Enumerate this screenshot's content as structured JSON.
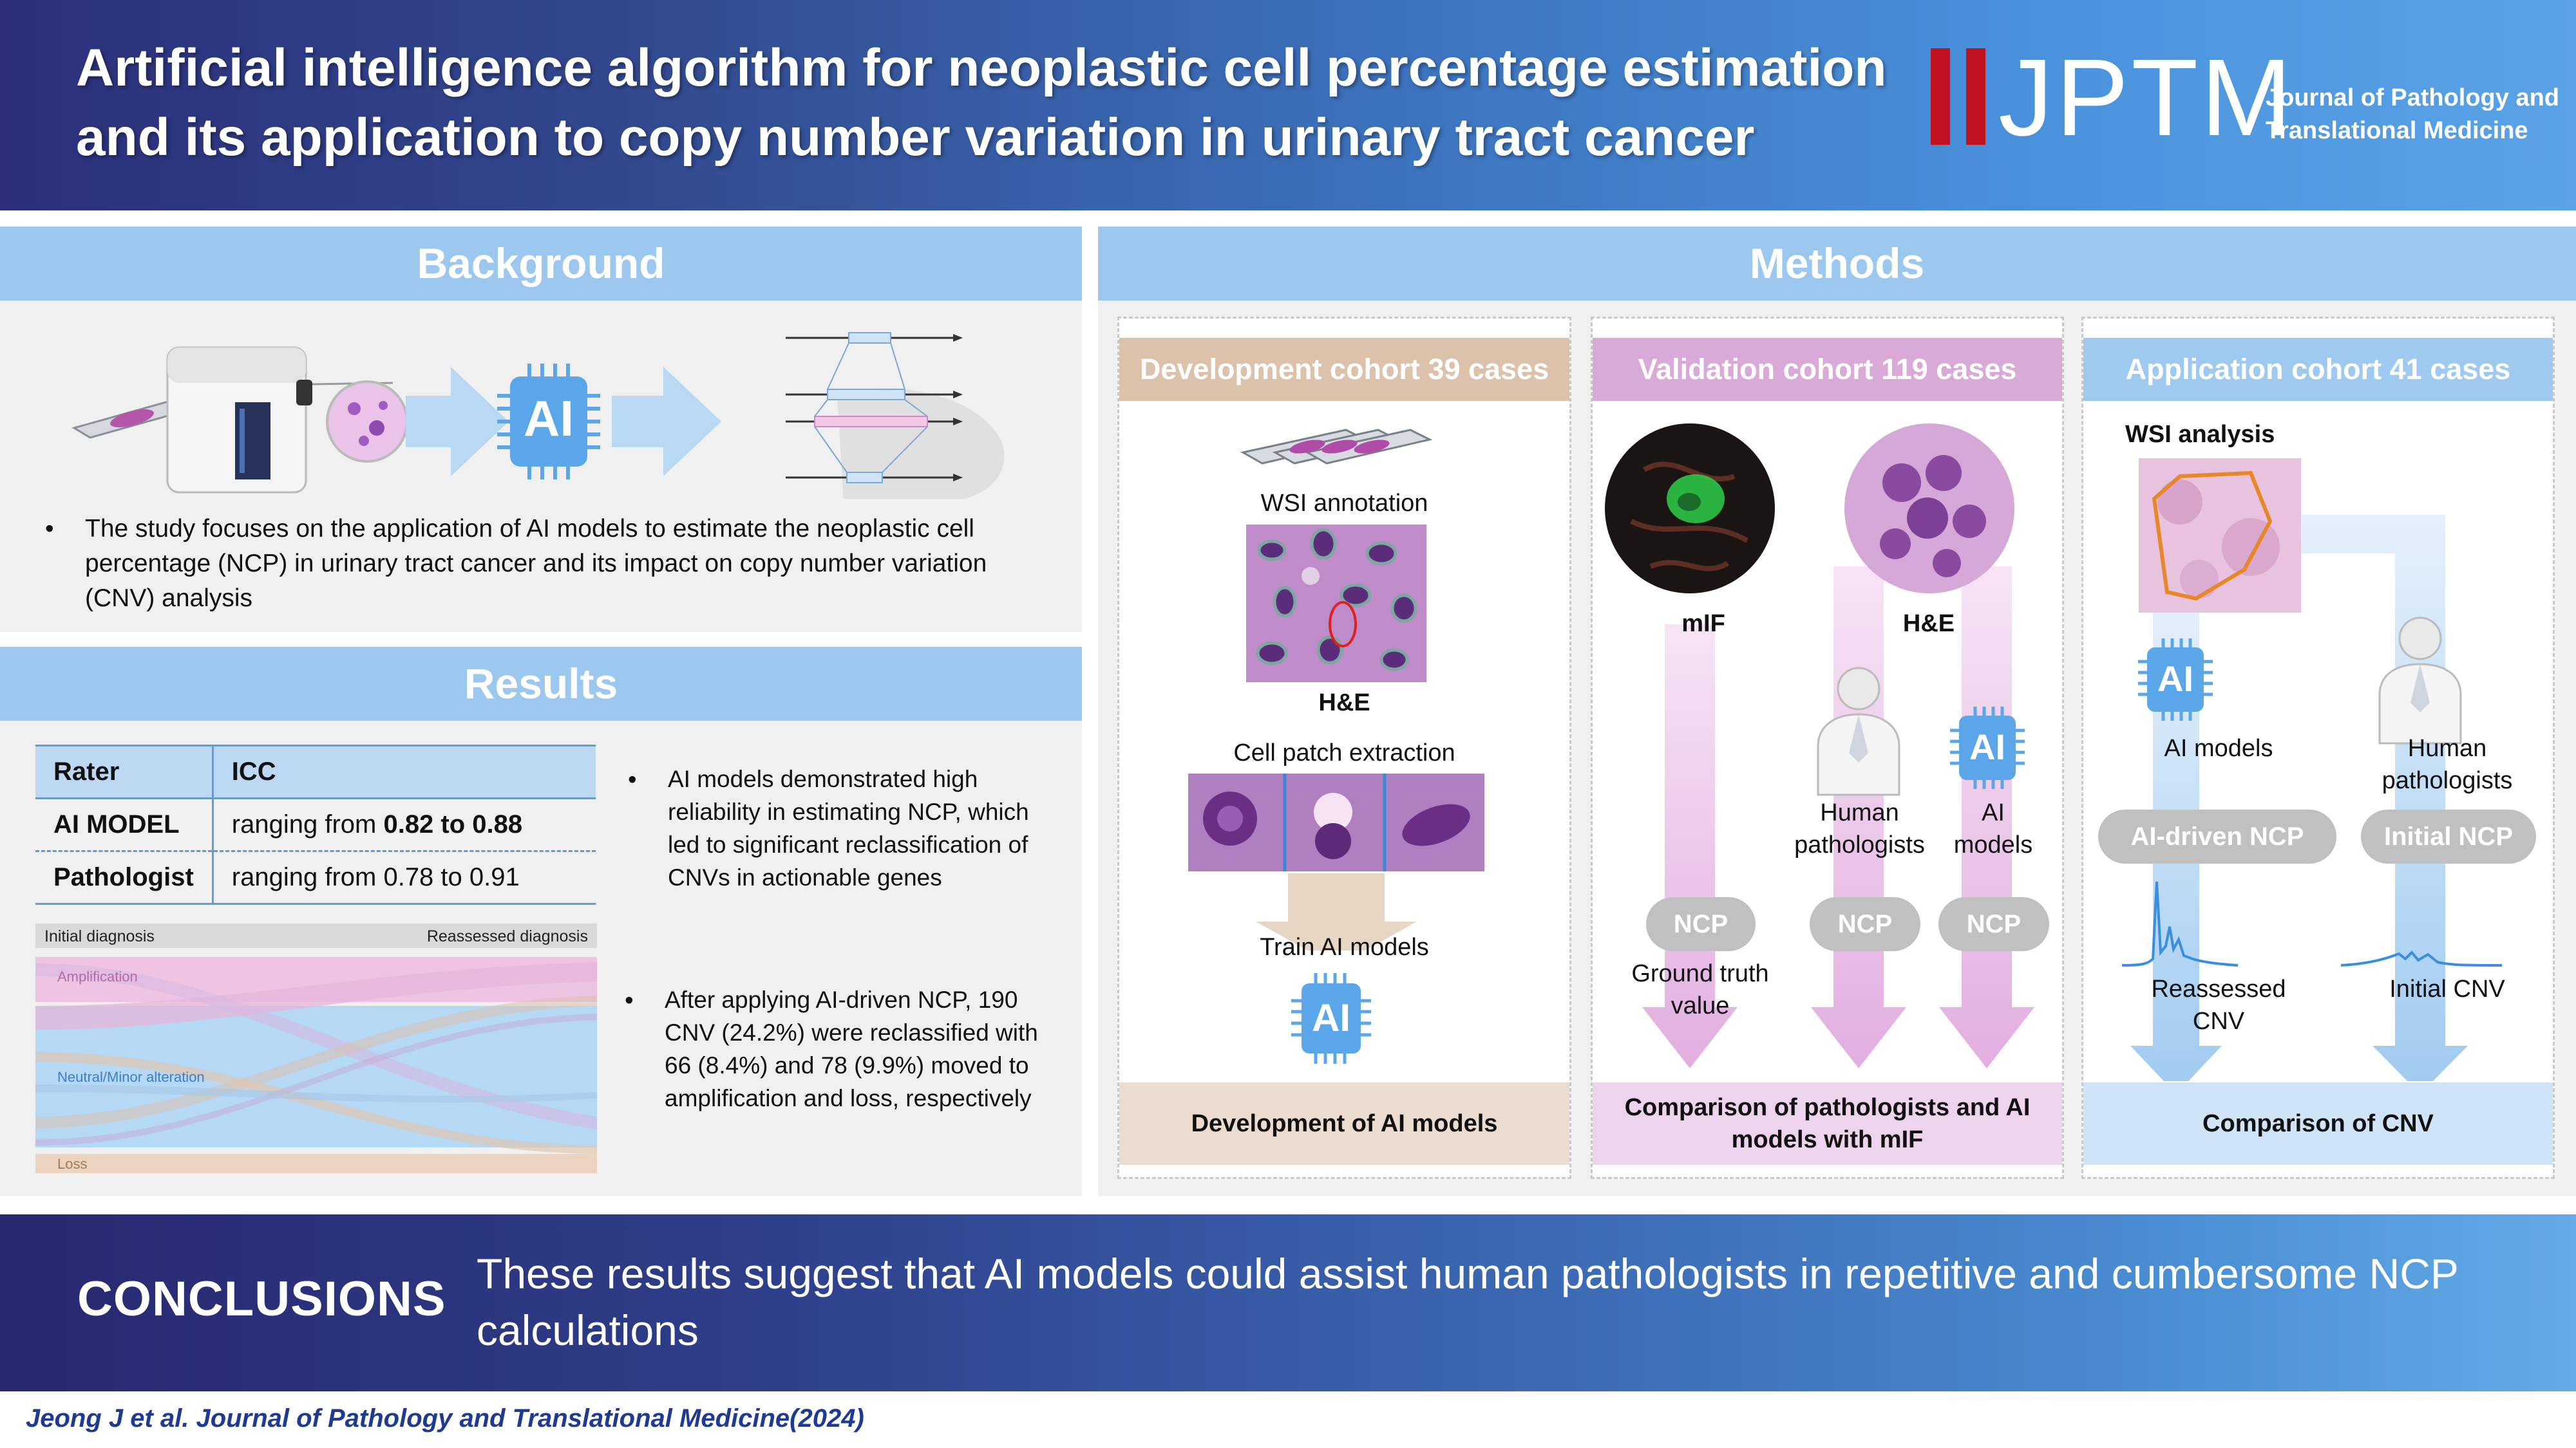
{
  "header": {
    "title_line1": "Artificial intelligence algorithm for neoplastic cell percentage estimation",
    "title_line2": "and its application to copy number variation in urinary tract cancer",
    "logo_text": "JPTM",
    "logo_line1_caps": [
      "J",
      "P"
    ],
    "logo_line1": "Journal of Pathology and",
    "logo_line2": "Translational Medicine",
    "logo_bar_colors": [
      "#c0121f",
      "#c0121f"
    ]
  },
  "background": {
    "heading": "Background",
    "ai_label": "AI",
    "bullet": "The study focuses on the application of AI models to estimate the neoplastic cell percentage (NCP) in urinary tract cancer and its impact on copy number variation (CNV) analysis"
  },
  "results": {
    "heading": "Results",
    "table": {
      "col1": "Rater",
      "col2": "ICC",
      "rows": [
        {
          "rater": "AI MODEL",
          "prefix": "ranging from ",
          "value": "0.82 to 0.88",
          "value_bold": true
        },
        {
          "rater": "Pathologist",
          "prefix": "ranging from ",
          "value": "0.78 to 0.91",
          "value_bold": false
        }
      ]
    },
    "sankey": {
      "left_label": "Initial diagnosis",
      "right_label": "Reassessed  diagnosis",
      "categories": [
        "Amplification",
        "Neutral/Minor alteration",
        "Loss"
      ],
      "colors": {
        "amplification": "#e4a9d3",
        "neutral": "#a3cdf0",
        "loss": "#e8cdb6"
      }
    },
    "bullet1": "AI models demonstrated high reliability in estimating NCP, which led to significant reclassification of CNVs in actionable genes",
    "bullet2": "After applying AI-driven NCP, 190 CNV (24.2%) were reclassified with 66 (8.4%) and 78 (9.9%) moved to amplification and loss, respectively"
  },
  "methods": {
    "heading": "Methods",
    "dev": {
      "title": "Development cohort 39 cases",
      "color": "#dcc2ab",
      "wsi": "WSI annotation",
      "he": "H&E",
      "patch": "Cell patch extraction",
      "train": "Train AI models",
      "ai": "AI",
      "footer": "Development of AI models"
    },
    "val": {
      "title": "Validation cohort 119 cases",
      "color": "#d9a9d7",
      "mif": "mIF",
      "he": "H&E",
      "human": "Human pathologists",
      "ai_models": "AI models",
      "ai": "AI",
      "ncp": "NCP",
      "ground_truth": "Ground truth value",
      "footer": "Comparison of pathologists and AI models with mIF"
    },
    "app": {
      "title": "Application cohort 41 cases",
      "color": "#9ecaf0",
      "wsi": "WSI analysis",
      "ai": "AI",
      "ai_models": "AI models",
      "human": "Human pathologists",
      "ai_ncp": "AI-driven NCP",
      "initial_ncp": "Initial NCP",
      "reassessed": "Reassessed CNV",
      "initial_cnv": "Initial CNV",
      "footer": "Comparison of CNV"
    }
  },
  "conclusion": {
    "label": "CONCLUSIONS",
    "text": "These results suggest that AI models could assist human pathologists in repetitive and cumbersome NCP calculations"
  },
  "citation": "Jeong J et al. Journal of Pathology and Translational Medicine(2024)"
}
